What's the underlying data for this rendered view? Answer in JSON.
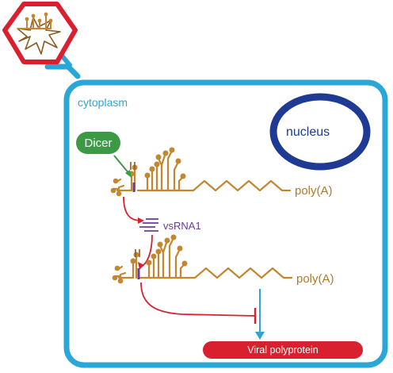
{
  "labels": {
    "cytoplasm": "cytoplasm",
    "nucleus": "nucleus",
    "dicer": "Dicer",
    "vsrna": "vsRNA1",
    "polyA_top": "poly(A)",
    "polyA_bottom": "poly(A)",
    "viral_polyprotein": "Viral polyprotein"
  },
  "colors": {
    "cell_border": "#2aa7d6",
    "nucleus_ring": "#1f3a93",
    "virus_hexagon": "#d9202e",
    "rna_strand": "#c2872f",
    "dicer": "#3c9a45",
    "vsrna": "#6b3b99",
    "inhibition": "#d9202e",
    "translation_arrow": "#2aa7d6"
  },
  "icons": {
    "virus": "virus-hexagon-icon",
    "dicer_arrow": "green-arrow-icon",
    "inhibition": "tee-inhibition-icon",
    "translation": "blue-arrow-icon"
  }
}
